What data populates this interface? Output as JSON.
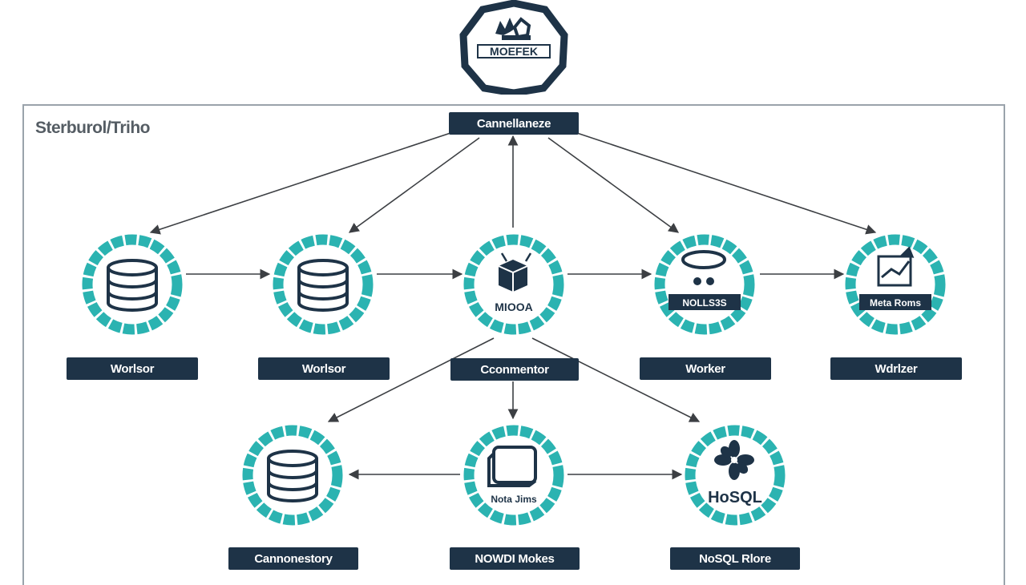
{
  "logo": {
    "text": "MOEFEK"
  },
  "frame": {
    "title": "Sterburol/Triho"
  },
  "top_label": "Cannellaneze",
  "row1": [
    {
      "label": "Worlsor",
      "icon": "database-icon"
    },
    {
      "label": "Worlsor",
      "icon": "database-icon"
    },
    {
      "label": "Cconmentor",
      "icon": "cube-icon",
      "inner_text": "MIOOA"
    },
    {
      "label": "Worker",
      "icon": "ring-icon",
      "inner_text": "NOLLS3S"
    },
    {
      "label": "Wdrlzer",
      "icon": "chart-icon",
      "inner_text": "Meta Roms"
    }
  ],
  "row2": [
    {
      "label": "Cannonestory",
      "icon": "database-icon"
    },
    {
      "label": "NOWDI Mokes",
      "icon": "box-icon",
      "inner_text": "Nota Jims"
    },
    {
      "label": "NoSQL Rlore",
      "icon": "flower-icon",
      "inner_text": "HoSQL"
    }
  ],
  "colors": {
    "teal": "#2bb3b1",
    "navy": "#1e3347",
    "frame": "#9aa3ab",
    "arrow": "#3c3f43"
  }
}
